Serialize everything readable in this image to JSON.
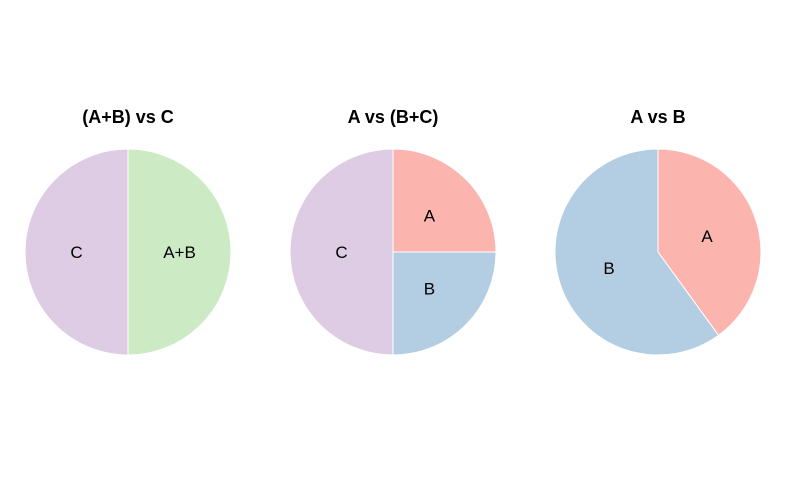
{
  "chart_data": [
    {
      "type": "pie",
      "title": "(A+B) vs C",
      "slices": [
        {
          "label": "A+B",
          "value": 50,
          "color": "#ccebc5"
        },
        {
          "label": "C",
          "value": 50,
          "color": "#decbe4"
        }
      ]
    },
    {
      "type": "pie",
      "title": "A vs (B+C)",
      "slices": [
        {
          "label": "A",
          "value": 25,
          "color": "#fbb4ae"
        },
        {
          "label": "B",
          "value": 25,
          "color": "#b3cde3"
        },
        {
          "label": "C",
          "value": 50,
          "color": "#decbe4"
        }
      ]
    },
    {
      "type": "pie",
      "title": "A vs B",
      "slices": [
        {
          "label": "A",
          "value": 40,
          "color": "#fbb4ae"
        },
        {
          "label": "B",
          "value": 60,
          "color": "#b3cde3"
        }
      ]
    }
  ]
}
